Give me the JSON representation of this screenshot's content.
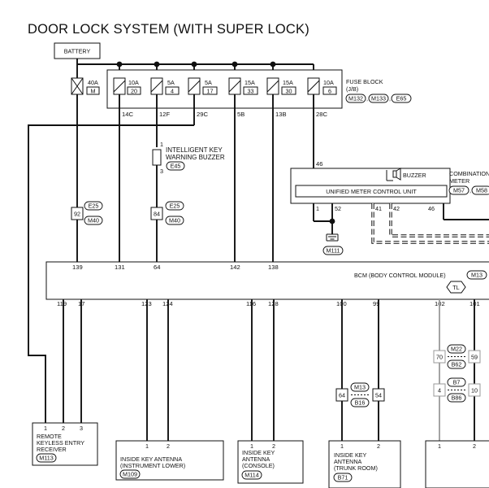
{
  "title": "DOOR LOCK SYSTEM (WITH SUPER LOCK)",
  "battery": "BATTERY",
  "fuse_block": {
    "label": "FUSE BLOCK",
    "sub": "(J/B)",
    "connectors": [
      "M132",
      "M133",
      "E65"
    ],
    "fuses": [
      {
        "amp": "40A",
        "num": "M"
      },
      {
        "amp": "10A",
        "num": "20"
      },
      {
        "amp": "5A",
        "num": "4"
      },
      {
        "amp": "5A",
        "num": "17"
      },
      {
        "amp": "15A",
        "num": "33"
      },
      {
        "amp": "15A",
        "num": "30"
      },
      {
        "amp": "10A",
        "num": "6"
      }
    ],
    "terminals": [
      "14C",
      "12F",
      "29C",
      "5B",
      "13B",
      "28C"
    ]
  },
  "buzzer_warn": {
    "line1": "INTELLIGENT KEY",
    "line2": "WARNING BUZZER",
    "connector": "E45",
    "pin_top": "1",
    "pin_bottom": "3"
  },
  "meter": {
    "label": "UNIFIED METER CONTROL UNIT",
    "buzzer": "BUZZER",
    "pin_in": "46",
    "pins": [
      "1",
      "52",
      "41",
      "42",
      "46"
    ],
    "combo_line1": "COMBINATION",
    "combo_line2": "METER",
    "combo_connectors": [
      "M57",
      "M58"
    ]
  },
  "ground_connector": "M111",
  "joints": [
    {
      "top": "E25",
      "pin": "92",
      "bottom": "M40"
    },
    {
      "top": "E25",
      "pin": "84",
      "bottom": "M40"
    }
  ],
  "bcm": {
    "label": "BCM (BODY CONTROL MODULE)",
    "connector": "M13",
    "tl": "TL",
    "top_pins": [
      "139",
      "131",
      "64",
      "142",
      "138"
    ],
    "bottom_pins": [
      "119",
      "17",
      "123",
      "124",
      "116",
      "128",
      "100",
      "99",
      "102",
      "101"
    ]
  },
  "trunk_joint": {
    "top": "M13",
    "left": "64",
    "right": "54",
    "bottom": "B16"
  },
  "right_joints": [
    {
      "top": "M22",
      "left": "70",
      "right": "59",
      "bottom": "B62"
    },
    {
      "top": "B7",
      "left": "4",
      "right": "10",
      "bottom": "B86"
    }
  ],
  "components": [
    {
      "line1": "REMOTE",
      "line2": "KEYLESS ENTRY",
      "line3": "RECEIVER",
      "connector": "M113",
      "pins": [
        "1",
        "2",
        "3"
      ]
    },
    {
      "line1": "INSIDE KEY ANTENNA",
      "line2": "(INSTRUMENT LOWER)",
      "connector": "M109",
      "pins": [
        "1",
        "2"
      ]
    },
    {
      "line1": "INSIDE KEY",
      "line2": "ANTENNA",
      "line3": "(CONSOLE)",
      "connector": "M114",
      "pins": [
        "1",
        "2"
      ]
    },
    {
      "line1": "INSIDE KEY",
      "line2": "ANTENNA",
      "line3": "(TRUNK ROOM)",
      "connector": "B71",
      "pins": [
        "1",
        "2"
      ]
    },
    {
      "pins": [
        "1",
        "2"
      ]
    }
  ]
}
